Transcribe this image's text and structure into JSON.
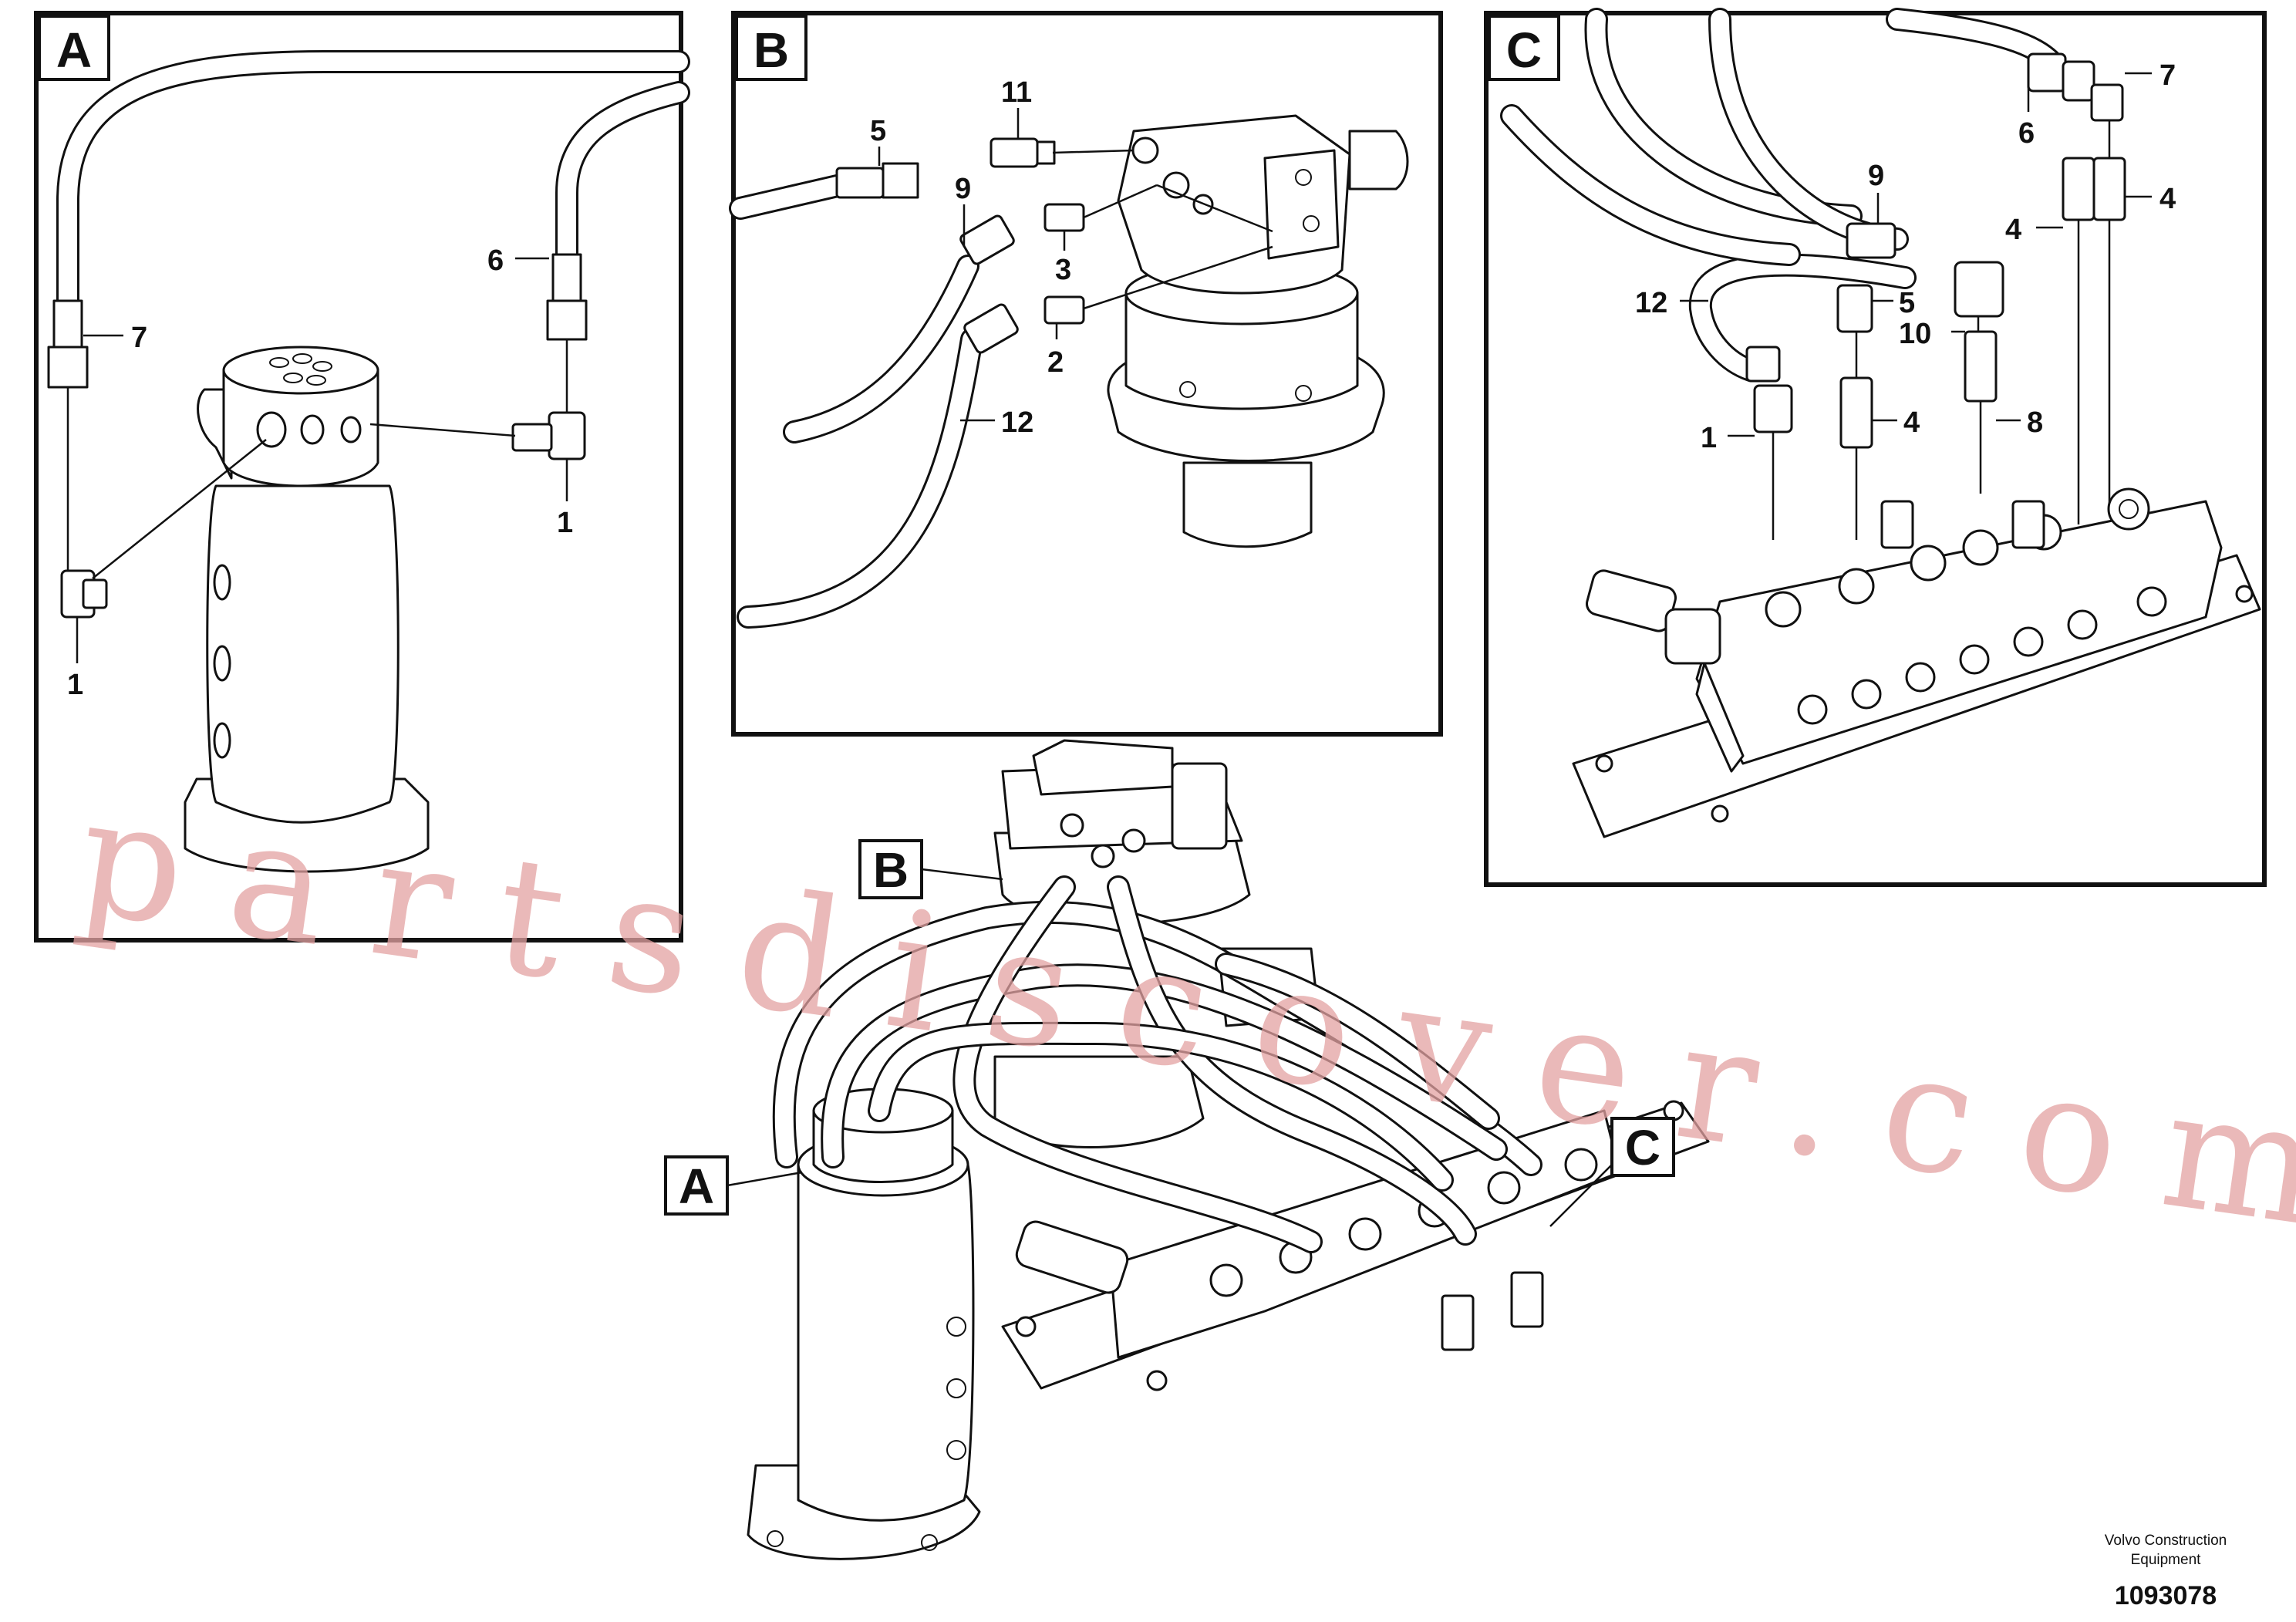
{
  "panels": {
    "a": {
      "label": "A",
      "callouts": [
        "7",
        "6",
        "1",
        "1"
      ]
    },
    "b": {
      "label": "B",
      "callouts": [
        "11",
        "5",
        "9",
        "3",
        "2",
        "12"
      ]
    },
    "c": {
      "label": "C",
      "callouts": [
        "7",
        "6",
        "4",
        "4",
        "9",
        "12",
        "5",
        "10",
        "1",
        "4",
        "8"
      ]
    }
  },
  "main_view": {
    "tags": [
      "B",
      "A",
      "C"
    ]
  },
  "watermark": "partsdiscover.com",
  "footer": {
    "brand_line1": "Volvo Construction",
    "brand_line2": "Equipment",
    "drawing_number": "1093078"
  },
  "icons": [
    "swivel-joint-icon",
    "swing-motor-icon",
    "control-valve-icon",
    "hose-icon",
    "elbow-fitting-icon",
    "nipple-fitting-icon"
  ]
}
